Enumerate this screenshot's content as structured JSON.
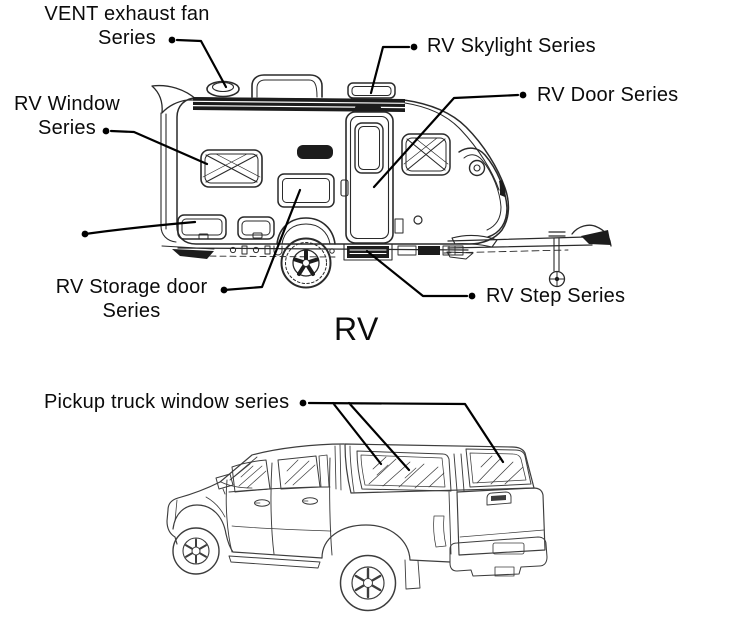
{
  "colors": {
    "background": "#ffffff",
    "ink": "#000000",
    "trailer_stroke": "#2a2a2a",
    "truck_stroke": "#3d3d3d"
  },
  "rv": {
    "caption": "RV",
    "labels": {
      "vent": "VENT exhaust fan\nSeries",
      "skylight": "RV Skylight Series",
      "window": "RV Window\nSeries",
      "door": "RV Door Series",
      "storage": "RV Storage door\nSeries",
      "step": "RV Step Series"
    }
  },
  "pickup": {
    "label": "Pickup truck window series"
  }
}
